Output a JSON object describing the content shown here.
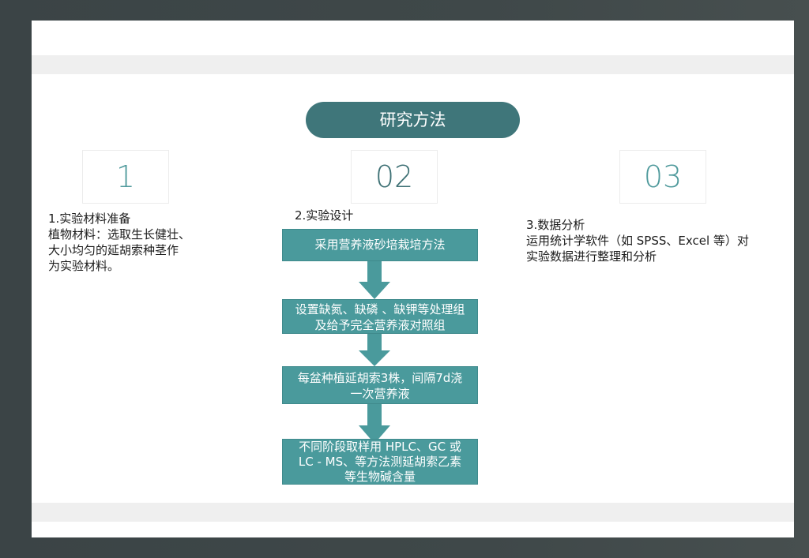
{
  "slide": {
    "title": "研究方法",
    "colors": {
      "accent_dark": "#3f767a",
      "accent": "#4a9a9c",
      "number_teal": "#4f9a9c",
      "band_gray": "#efefef",
      "background": "#3f4849"
    },
    "columns": [
      {
        "number": "1",
        "heading": "1.实验材料准备",
        "body_lines": [
          "植物材料：选取生长健壮、",
          "大小均匀的延胡索种茎作",
          "为实验材料。"
        ]
      },
      {
        "number": "02",
        "heading": "2.实验设计",
        "flow_steps": [
          {
            "lines": [
              "采用营养液砂培栽培方法"
            ]
          },
          {
            "lines": [
              "设置缺氮、缺磷 、缺钾等处理组",
              "及给予完全营养液对照组"
            ]
          },
          {
            "lines": [
              "每盆种植延胡索3株，间隔7d浇",
              "一次营养液"
            ]
          },
          {
            "lines": [
              "不同阶段取样用 HPLC、GC 或",
              "LC - MS、等方法测延胡索乙素",
              "等生物碱含量"
            ]
          }
        ]
      },
      {
        "number": "03",
        "heading": "3.数据分析",
        "body_lines": [
          "运用统计学软件（如 SPSS、Excel 等）对",
          "实验数据进行整理和分析"
        ]
      }
    ]
  }
}
